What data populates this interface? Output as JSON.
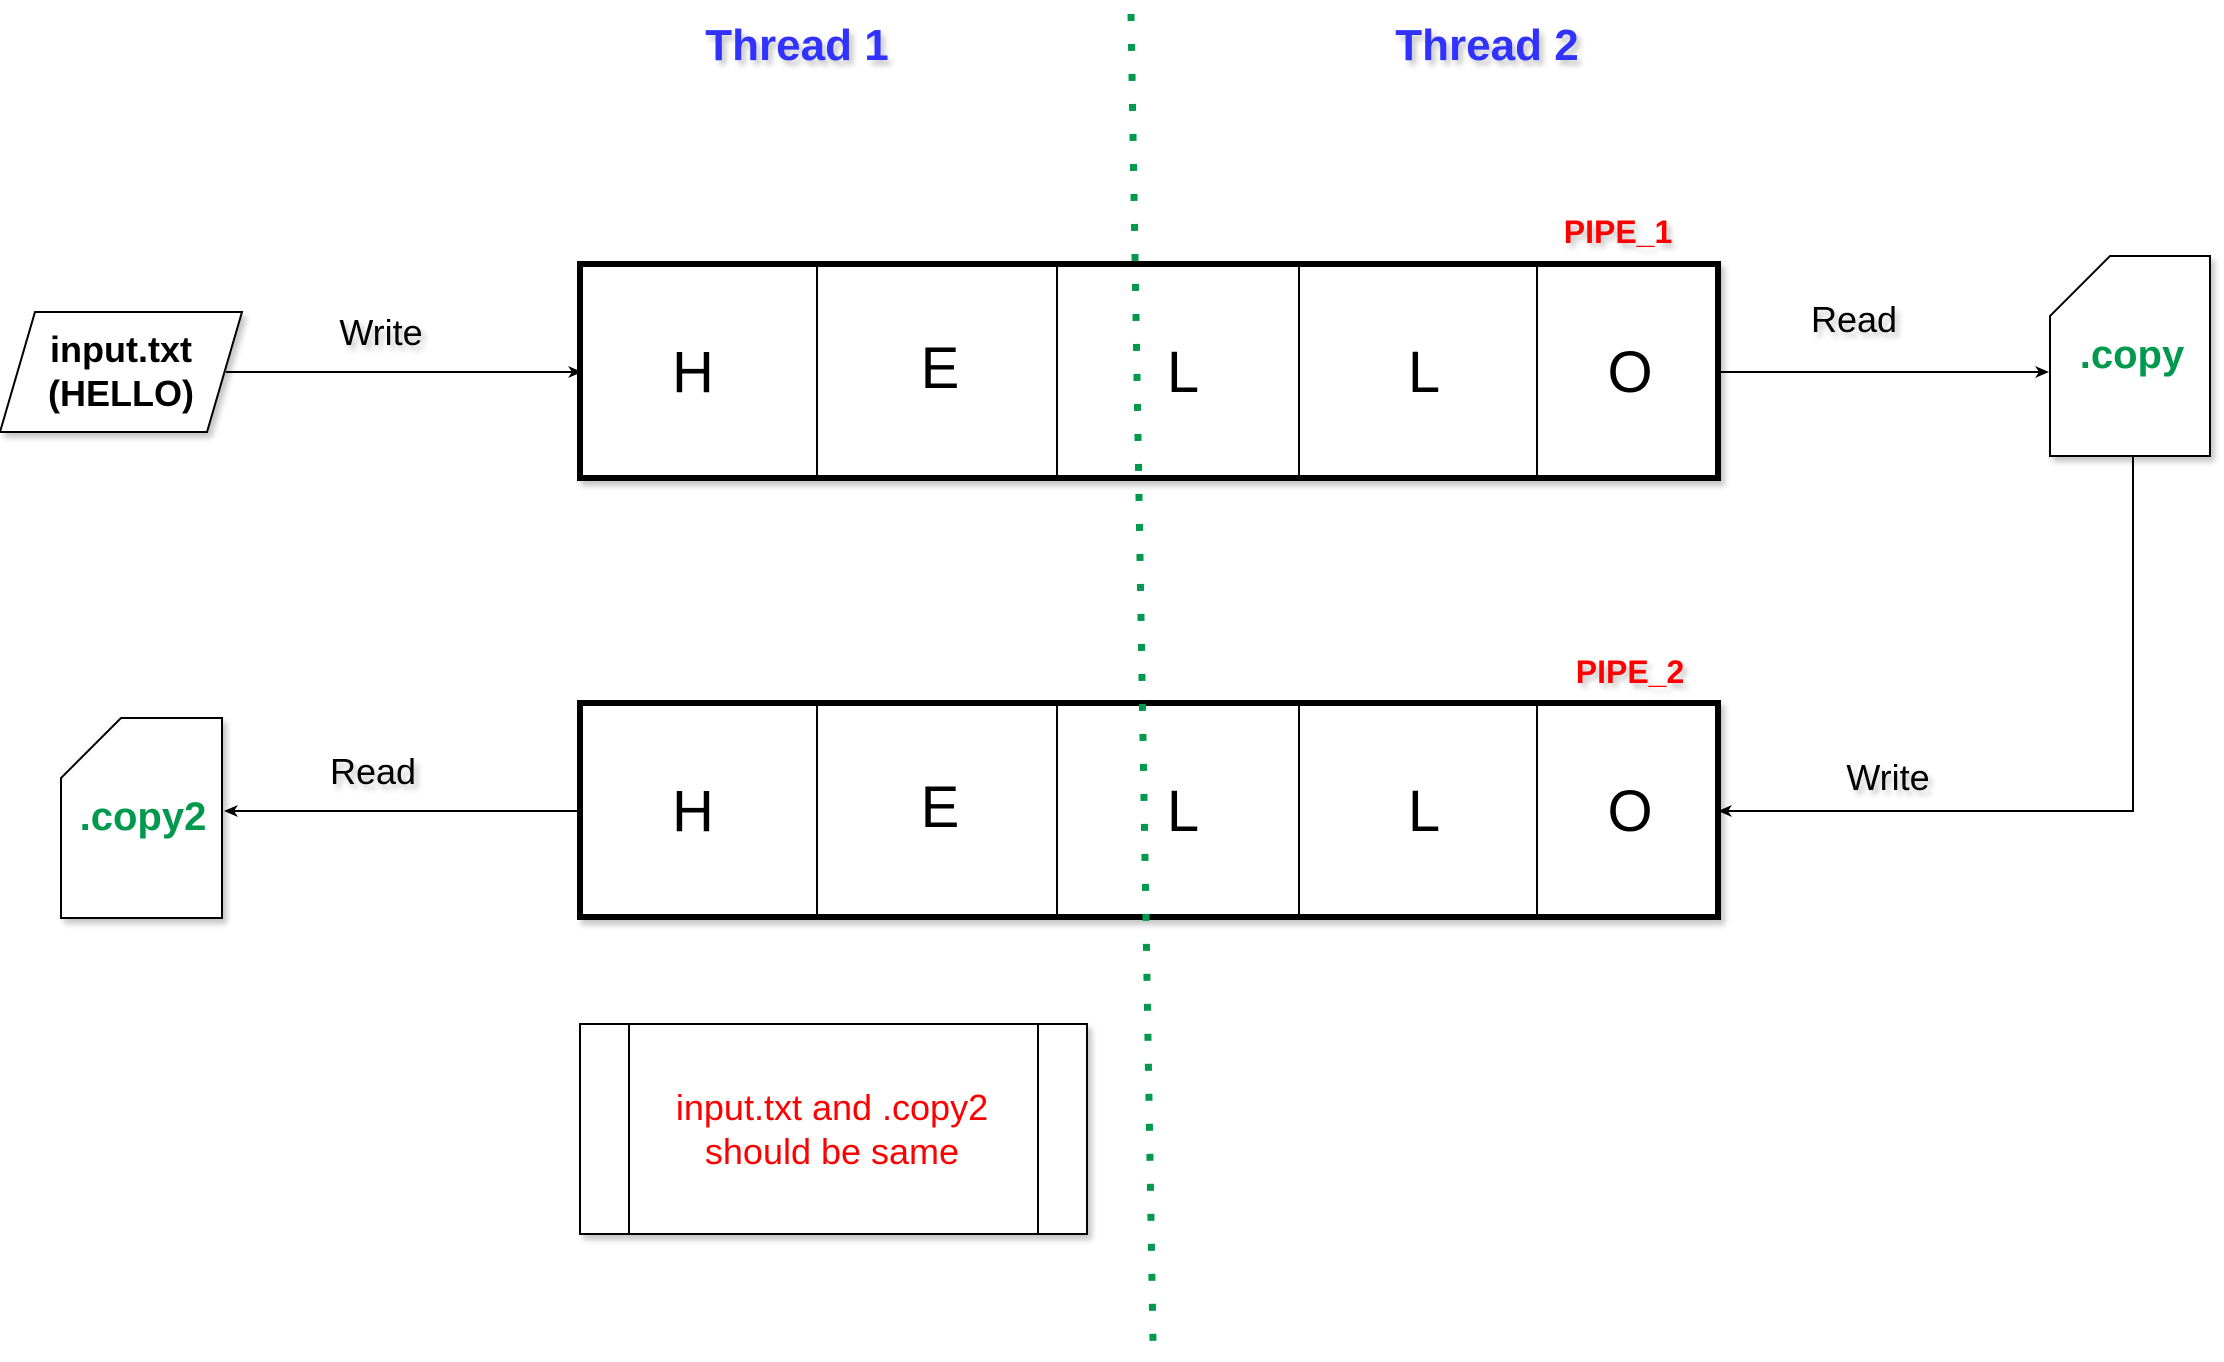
{
  "colors": {
    "thread_title": "#3333FF",
    "pipe_label": "#FF0000",
    "file_label": "#00994D",
    "note_text": "#FF0000",
    "divider": "#00994D",
    "stroke": "#000000"
  },
  "threads": {
    "thread1": "Thread 1",
    "thread2": "Thread 2"
  },
  "input_file": {
    "line1": "input.txt",
    "line2": "(HELLO)"
  },
  "edges": {
    "write_in": "Write",
    "read_out": "Read",
    "write_back": "Write",
    "read_final": "Read"
  },
  "pipes": [
    {
      "name": "PIPE_1",
      "cells": [
        "H",
        "E",
        "L",
        "L",
        "O"
      ]
    },
    {
      "name": "PIPE_2",
      "cells": [
        "H",
        "E",
        "L",
        "L",
        "O"
      ]
    }
  ],
  "files": {
    "copy": ".copy",
    "copy2": ".copy2"
  },
  "note": {
    "line1": "input.txt and .copy2",
    "line2": "should be same"
  }
}
